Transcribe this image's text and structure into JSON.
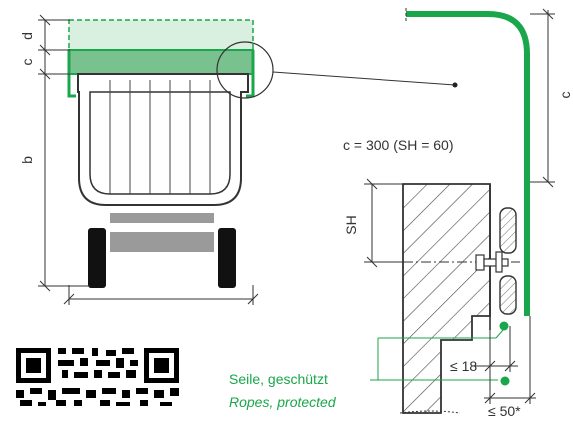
{
  "labels": {
    "dim_c_left": "c",
    "dim_d": "d",
    "dim_b": "b",
    "dim_c_right": "c",
    "formula": "c = 300 (SH = 60)",
    "dim_sh": "SH",
    "dim_18": "≤ 18",
    "dim_50": "≤ 50*",
    "rope_de": "Seile, geschützt",
    "rope_en": "Ropes, protected"
  },
  "colors": {
    "accent_green": "#1aa64a",
    "fill_green": "#79c28f",
    "fill_light_green": "#d9efdf",
    "line": "#333333",
    "grey_block": "#9a9a9a"
  },
  "icons": {
    "qr": "qr-code-icon"
  }
}
